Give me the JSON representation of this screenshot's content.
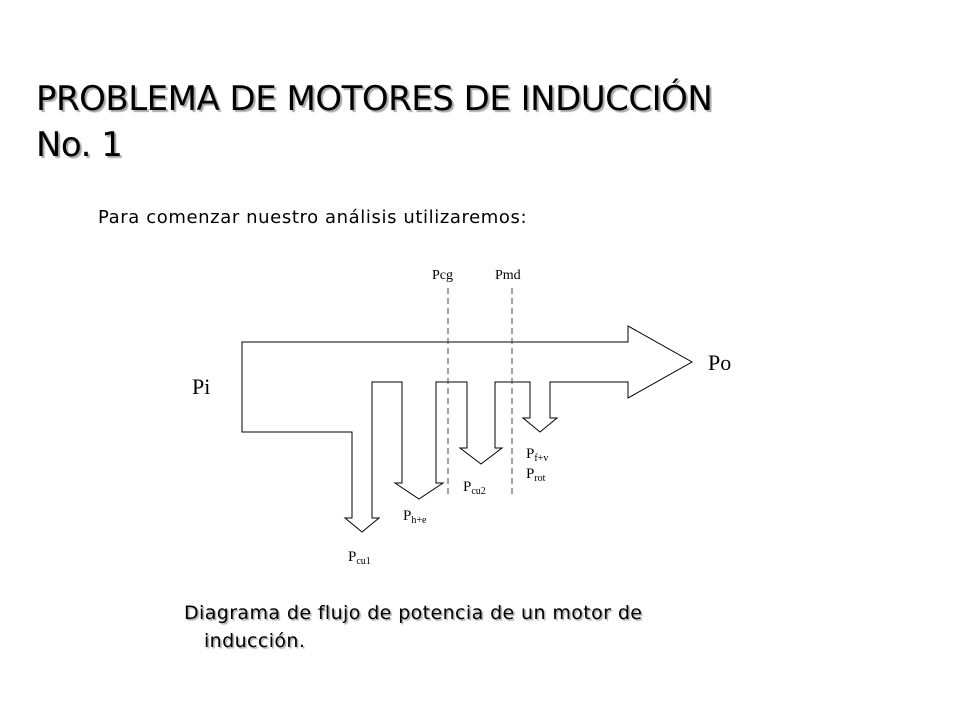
{
  "slide": {
    "title_line1": "PROBLEMA DE MOTORES DE INDUCCIÓN",
    "title_line2": "No. 1",
    "intro": "Para comenzar nuestro análisis utilizaremos:",
    "caption_line1": "Diagrama de flujo de potencia de un motor de",
    "caption_line2": "inducción."
  },
  "diagram": {
    "input_label": "Pi",
    "output_label": "Po",
    "boundary_1": "Pcg",
    "boundary_2": "Pmd",
    "losses": [
      {
        "base": "P",
        "sub": "cu1"
      },
      {
        "base": "P",
        "sub": "h+e"
      },
      {
        "base": "P",
        "sub": "cu2"
      },
      {
        "base": "P",
        "sub": "f+v"
      },
      {
        "base": "P",
        "sub": "rot"
      }
    ]
  }
}
